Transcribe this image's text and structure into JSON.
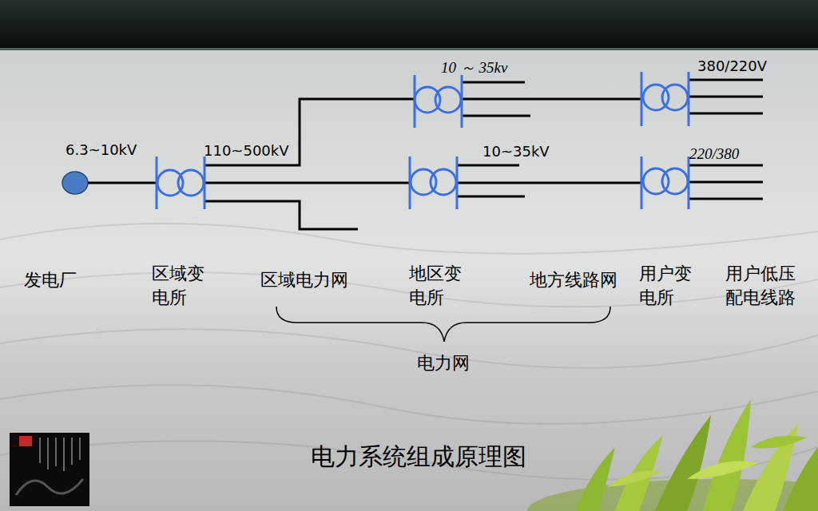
{
  "diagram": {
    "caption": "电力系统组成原理图",
    "labels": [
      "6.3~10kV",
      "110~500kV",
      "10 ～ 35kv",
      "10~35kV",
      "380/220V",
      "220/380",
      "发电厂",
      "区域变 电所",
      "区域电力网",
      "地区变 电所",
      "地方线路网",
      "用户变 电所",
      "用户低压 配电线路",
      "电力网"
    ]
  }
}
